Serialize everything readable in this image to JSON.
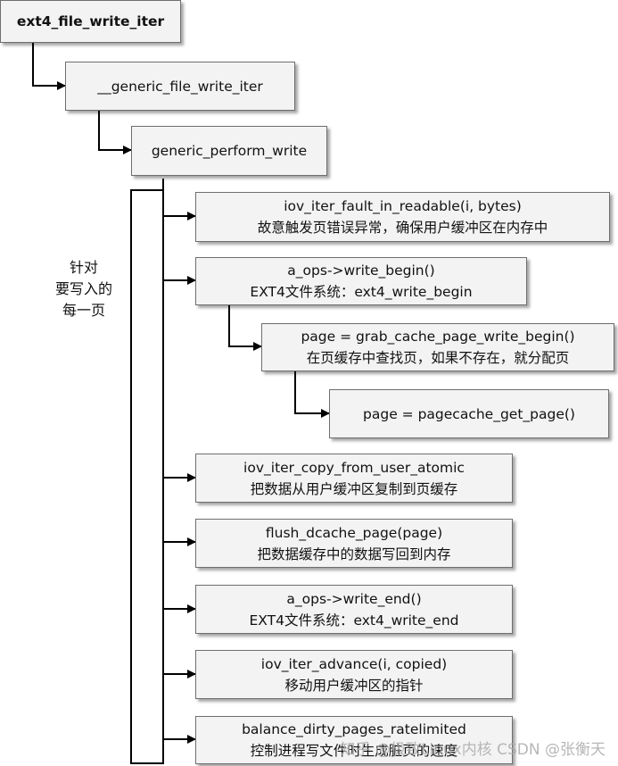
{
  "nodes": {
    "ext4_file_write_iter": {
      "line1": "ext4_file_write_iter"
    },
    "generic_file_write_iter": {
      "line1": "__generic_file_write_iter"
    },
    "generic_perform_write": {
      "line1": "generic_perform_write"
    },
    "iov_iter_fault_in_readable": {
      "line1": "iov_iter_fault_in_readable(i, bytes)",
      "line2": "故意触发页错误异常，确保用户缓冲区在内存中"
    },
    "write_begin": {
      "line1": "a_ops->write_begin()",
      "line2": "EXT4文件系统：ext4_write_begin"
    },
    "grab_cache_page": {
      "line1": "page = grab_cache_page_write_begin()",
      "line2": "在页缓存中查找页，如果不存在，就分配页"
    },
    "pagecache_get_page": {
      "line1": "page = pagecache_get_page()"
    },
    "copy_from_user": {
      "line1": "iov_iter_copy_from_user_atomic",
      "line2": "把数据从用户缓冲区复制到页缓存"
    },
    "flush_dcache": {
      "line1": "flush_dcache_page(page)",
      "line2": "把数据缓存中的数据写回到内存"
    },
    "write_end": {
      "line1": "a_ops->write_end()",
      "line2": "EXT4文件系统：ext4_write_end"
    },
    "iov_iter_advance": {
      "line1": "iov_iter_advance(i, copied)",
      "line2": "移动用户缓冲区的指针"
    },
    "balance_dirty": {
      "line1": "balance_dirty_pages_ratelimited",
      "line2": "控制进程写文件时生成脏页的速度"
    }
  },
  "loop_label": [
    "针对",
    "要写入的",
    "每一页"
  ],
  "watermark": "知乎 @极致Linux内核 CSDN @张衡天"
}
